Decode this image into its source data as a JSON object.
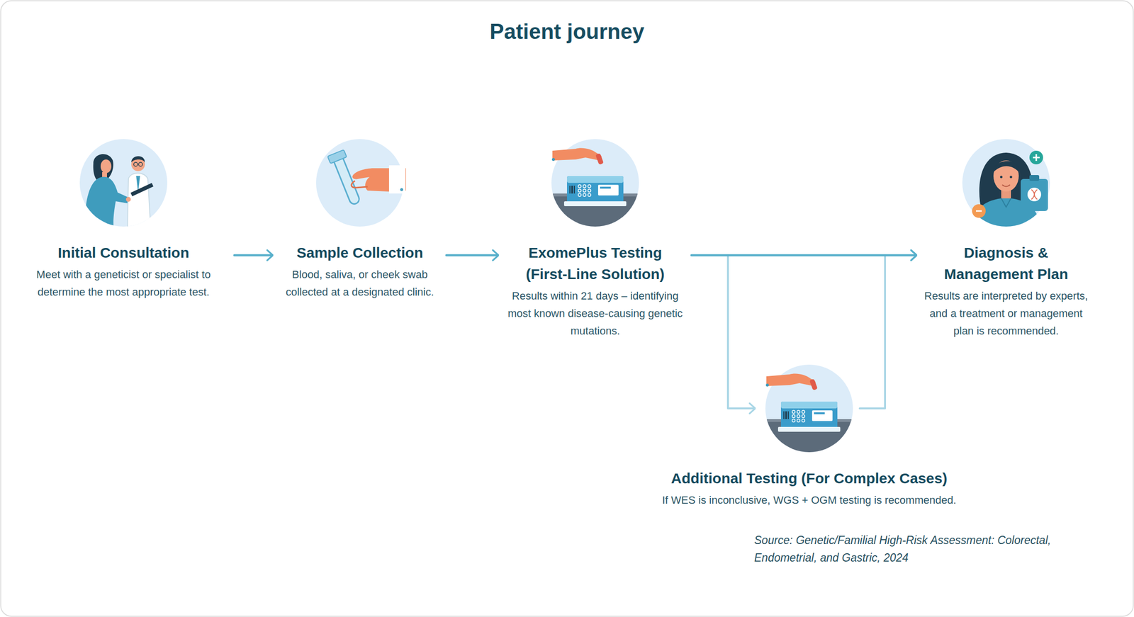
{
  "diagram": {
    "title": "Patient journey",
    "nodes": [
      {
        "text": [
          "Initial Consultation",
          "Meet with a geneticist or specialist to determine the most appropriate test."
        ]
      },
      {
        "text": [
          "Sample Collection",
          "Blood, saliva, or cheek swab collected at a designated clinic."
        ]
      },
      {
        "text": [
          "ExomePlus Testing (First-Line Solution)",
          "Results within 21 days – identifying most known disease-causing genetic mutations."
        ]
      },
      {
        "text": [
          "Diagnosis & Management Plan",
          "Results are interpreted by experts, and a treatment or management plan is recommended."
        ]
      },
      {
        "text": [
          "Additional Testing (For Complex Cases)",
          "If WES is inconclusive, WGS + OGM testing is recommended."
        ]
      }
    ],
    "edges": [
      {
        "from": 0,
        "to": 1,
        "arrow": "to"
      },
      {
        "from": 1,
        "to": 2,
        "arrow": "to"
      },
      {
        "from": 2,
        "to": 3,
        "arrow": "to"
      },
      {
        "from": 2,
        "to": 4,
        "arrow": "to"
      },
      {
        "from": 4,
        "to": 3,
        "arrow": "to"
      }
    ],
    "labels": [
      "Source: Genetic/Familial High-Risk Assessment: Colorectal, Endometrial, and Gastric, 2024"
    ]
  }
}
